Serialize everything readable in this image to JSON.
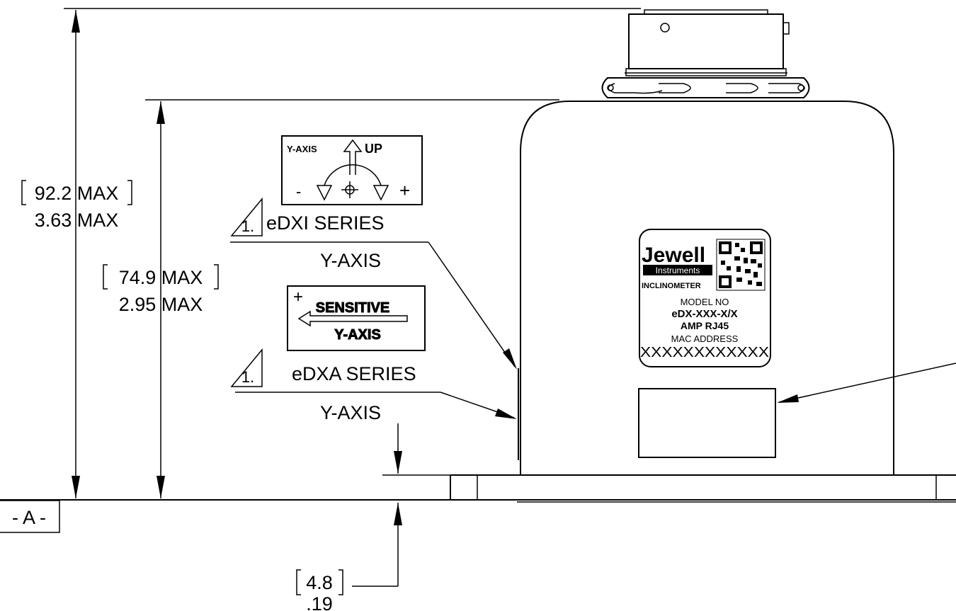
{
  "datum": {
    "label": "- A -"
  },
  "dim_overall": {
    "metric": "92.2 MAX",
    "imperial": "3.63 MAX"
  },
  "dim_body": {
    "metric": "74.9 MAX",
    "imperial": "2.95 MAX"
  },
  "dim_base": {
    "metric": "4.8",
    "imperial": ".19"
  },
  "edxi_callout": {
    "note_number": "1.",
    "series": "eDXI SERIES",
    "axis": "Y-AXIS",
    "symbol": {
      "axis_label": "Y-AXIS",
      "up": "UP",
      "minus": "-",
      "plus": "+"
    }
  },
  "edxa_callout": {
    "note_number": "1.",
    "series": "eDXA SERIES",
    "axis": "Y-AXIS",
    "symbol": {
      "plus": "+",
      "top": "SENSITIVE",
      "bottom": "Y-AXIS"
    }
  },
  "nameplate": {
    "brand": "Jewell",
    "sub_brand": "Instruments",
    "product": "INCLINOMETER",
    "model_label": "MODEL NO",
    "model": "eDX-XXX-X/X",
    "connector": "AMP RJ45",
    "mac_label": "MAC ADDRESS",
    "mac": "XXXXXXXXXXXX"
  }
}
